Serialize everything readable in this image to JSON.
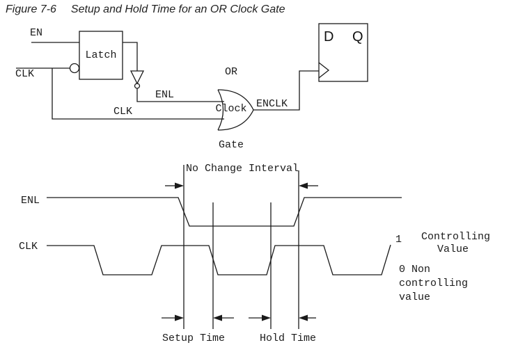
{
  "title": {
    "figure_label": "Figure 7-6",
    "figure_title": "Setup and Hold Time for an OR Clock Gate"
  },
  "circuit": {
    "en_input_label": "EN",
    "clk_input_label": "CLK",
    "latch_label": "Latch",
    "or_gate_caption_line1": "OR",
    "or_gate_caption_line2": "Clock",
    "or_gate_caption_line3": "Gate",
    "enl_wire_label": "ENL",
    "clk_wire_label": "CLK",
    "enclk_wire_label": "ENCLK",
    "flipflop": {
      "d_pin": "D",
      "q_pin": "Q"
    }
  },
  "timing": {
    "no_change_interval_label": "No Change Interval",
    "enl_signal_label": "ENL",
    "clk_signal_label": "CLK",
    "logic_one": "1",
    "controlling_line1": "Controlling",
    "controlling_line2": "Value",
    "noncontrolling_line1": "0 Non",
    "noncontrolling_line2": "controlling",
    "noncontrolling_line3": "value",
    "setup_time_label": "Setup Time",
    "hold_time_label": "Hold Time"
  },
  "colors": {
    "ink": "#1a1a1a",
    "background": "#ffffff"
  }
}
